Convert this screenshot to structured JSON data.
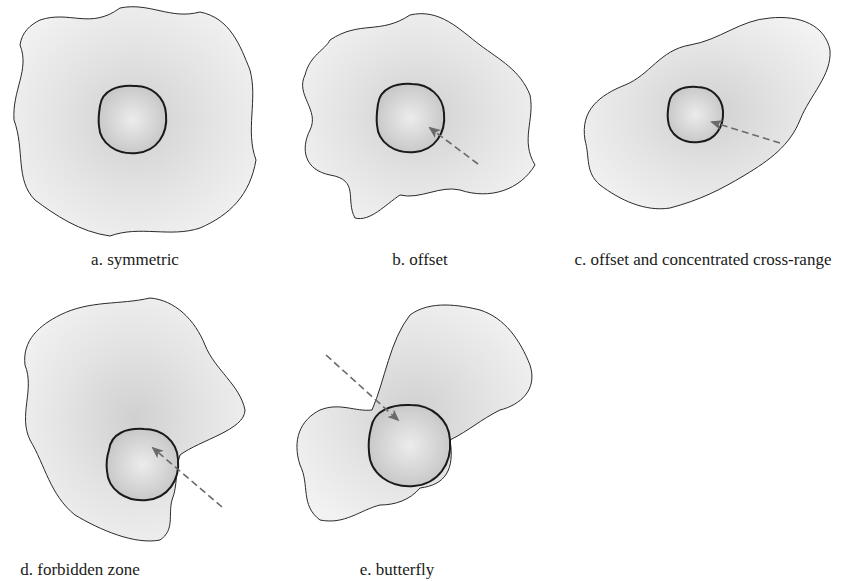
{
  "diagram": {
    "labels": [
      "a. symmetric",
      "b. offset",
      "c. offset and concentrated cross-range",
      "d. forbidden zone",
      "e. butterfly"
    ]
  }
}
